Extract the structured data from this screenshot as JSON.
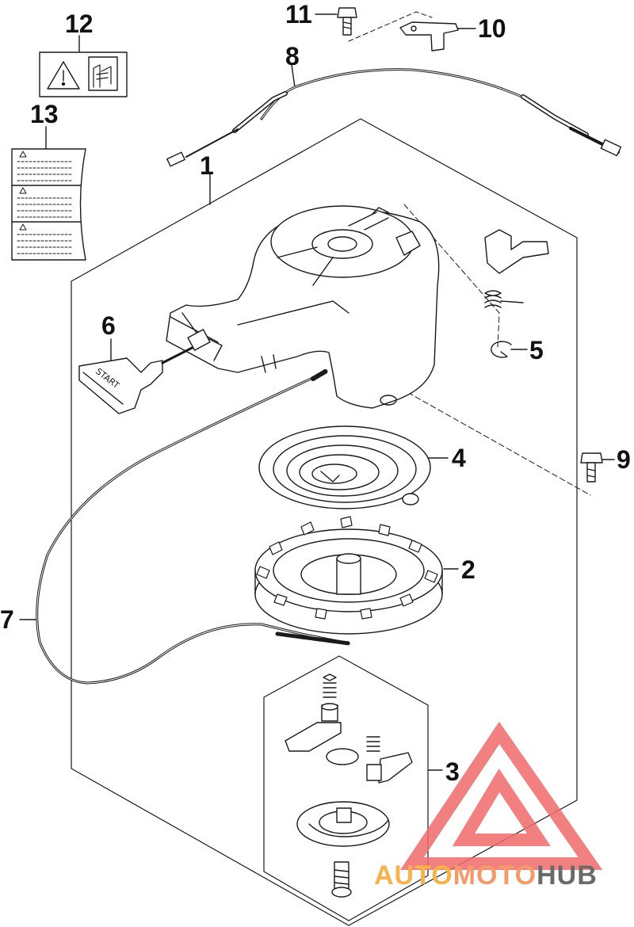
{
  "callouts": {
    "c1": "1",
    "c2": "2",
    "c3": "3",
    "c4": "4",
    "c5": "5",
    "c6": "6",
    "c7": "7",
    "c8": "8",
    "c9": "9",
    "c10": "10",
    "c11": "11",
    "c12": "12",
    "c13": "13"
  },
  "handle_text": "START",
  "watermark": {
    "part1": "AUTO",
    "part2": "MOTO",
    "part3": "HUB",
    "color_auto": "#f7b24a",
    "color_moto": "#f59a6a",
    "color_hub": "#6a6a6a",
    "logo_color": "#f26b6b"
  },
  "colors": {
    "line": "#1a1a1a",
    "fill": "#ffffff"
  }
}
